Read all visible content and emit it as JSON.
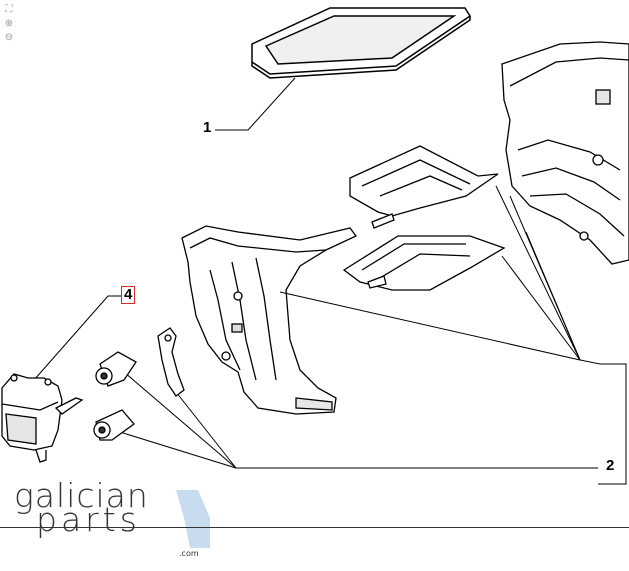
{
  "viewer_controls": [
    {
      "icon": "fit-screen-icon",
      "glyph": "⛶"
    },
    {
      "icon": "zoom-in-icon",
      "glyph": "⊕"
    },
    {
      "icon": "zoom-out-icon",
      "glyph": "⊖"
    }
  ],
  "callouts": {
    "part1": "1",
    "part2": "2",
    "part4": "4"
  },
  "brand": {
    "line1": "galician",
    "line2": "parts",
    "tld": ".com",
    "accent_color": "#c9dcef"
  },
  "colors": {
    "stroke": "#000000",
    "part_fill": "#ffffff",
    "part_shadow": "#e6e6e6",
    "highlight_box": "#d42a2a"
  }
}
